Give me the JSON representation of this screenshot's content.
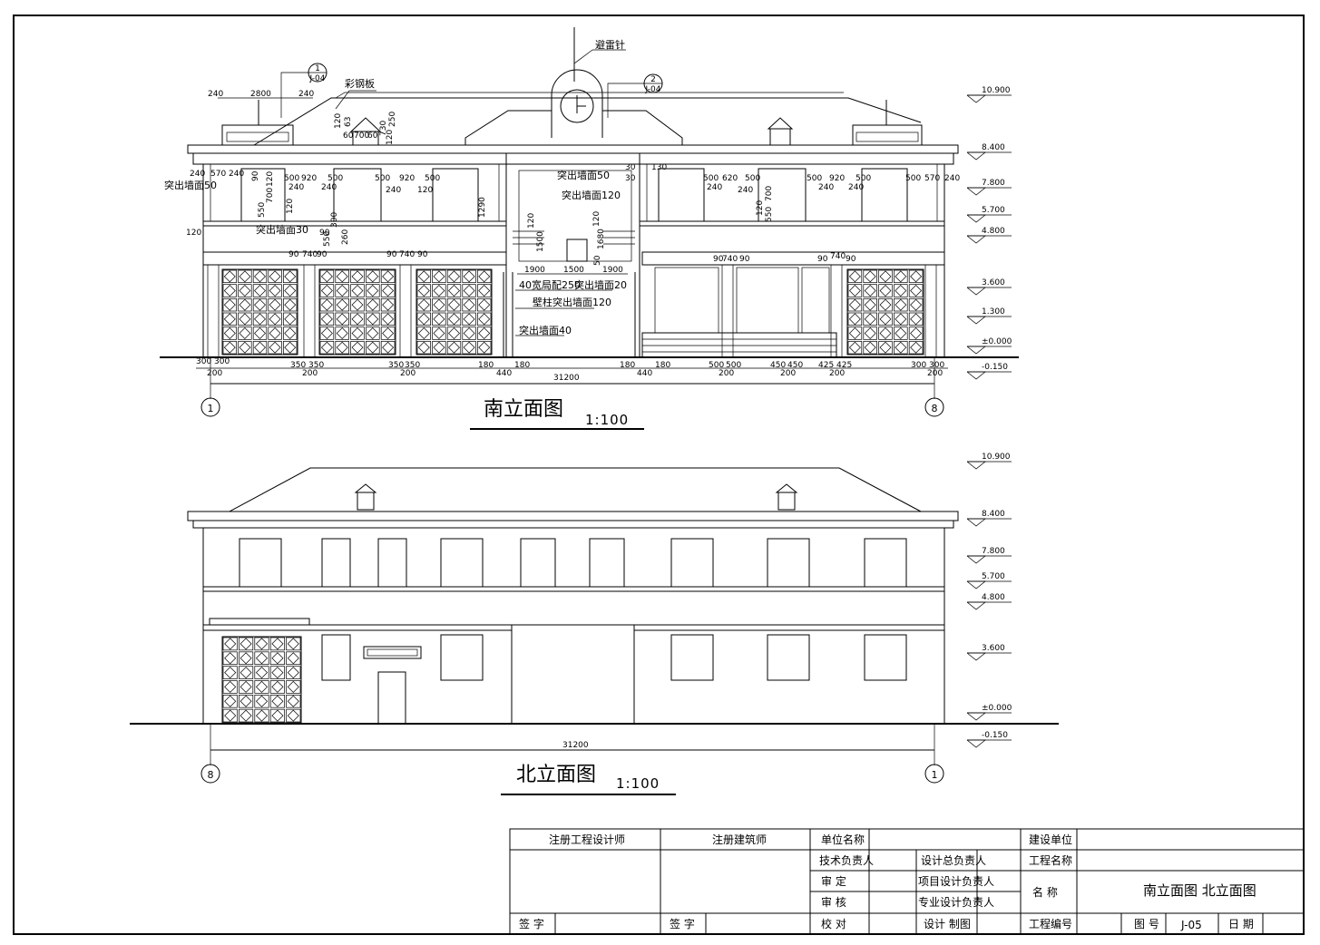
{
  "south": {
    "title": "南立面图",
    "scale": "1:100",
    "total": "31200",
    "axis_left": "1",
    "axis_right": "8",
    "elevations": [
      "10.900",
      "8.400",
      "7.800",
      "5.700",
      "4.800",
      "3.600",
      "1.300",
      "±0.000",
      "-0.150"
    ],
    "labels": {
      "lightning": "避雷针",
      "steel_plate": "彩钢板",
      "ref1_num": "1",
      "ref1_sheet": "J-04",
      "ref2_num": "2",
      "ref2_sheet": "J-04",
      "wall_protrude_50": "突出墙面50",
      "wall_protrude_30": "突出墙面30",
      "center_protrude_50": "突出墙面50",
      "center_protrude_120": "突出墙面120",
      "frame_width": "40宽局配250",
      "center_protrude_20": "突出墙面20",
      "column_protrude": "壁柱突出墙面120",
      "wall_protrude_40": "突出墙面40"
    },
    "top_dims": {
      "a": "240",
      "b": "2800",
      "c": "240",
      "d1": "120",
      "d2": "63",
      "d3": "250",
      "d4": "60",
      "d5": "700",
      "d6": "60",
      "d7": "730",
      "d8": "120"
    },
    "upper_dims": {
      "l1": "240",
      "l2": "570",
      "l3": "240",
      "l4": "500",
      "l5": "920",
      "l6": "500",
      "l7": "500",
      "l8": "920",
      "l9": "500",
      "l10": "90",
      "l11": "120",
      "l12": "240",
      "l13": "240",
      "l14": "240",
      "l15": "700",
      "l16": "550",
      "l17": "120",
      "l18": "1290",
      "l19": "120",
      "r1": "30",
      "r2": "130",
      "r3": "30",
      "r4": "500",
      "r5": "620",
      "r6": "500",
      "r7": "500",
      "r8": "920",
      "r9": "500",
      "r10": "500",
      "r11": "570",
      "r12": "240",
      "r13": "240",
      "r14": "240",
      "r15": "240",
      "r16": "240",
      "r17": "120",
      "r18": "700",
      "r19": "550"
    },
    "mid_dims": {
      "m1": "120",
      "m2": "300",
      "m3": "550",
      "m4": "90",
      "m5": "260",
      "m6": "90",
      "m7": "740",
      "m8": "90",
      "m9": "90",
      "m10": "740",
      "m11": "90",
      "m12": "90",
      "m13": "740",
      "m14": "90",
      "m15": "90",
      "m16": "740",
      "m17": "90",
      "c1": "120",
      "c2": "1500",
      "c3": "1680",
      "c4": "120",
      "c5": "1900",
      "c6": "1500",
      "c7": "1900",
      "c8": "50"
    },
    "bottom_dims": [
      "300",
      "300",
      "200",
      "350",
      "350",
      "200",
      "350",
      "350",
      "200",
      "180",
      "440",
      "180",
      "180",
      "440",
      "180",
      "500",
      "500",
      "200",
      "450",
      "450",
      "200",
      "425",
      "425",
      "200",
      "300",
      "300",
      "200"
    ]
  },
  "north": {
    "title": "北立面图",
    "scale": "1:100",
    "total": "31200",
    "axis_left": "8",
    "axis_right": "1",
    "elevations": [
      "10.900",
      "8.400",
      "7.800",
      "5.700",
      "4.800",
      "3.600",
      "±0.000",
      "-0.150"
    ]
  },
  "titleblock": {
    "reg_engineer": "注册工程设计师",
    "reg_architect": "注册建筑师",
    "sign1": "签 字",
    "sign2": "签 字",
    "unit_name": "单位名称",
    "tech_lead": "技术负责人",
    "approve": "审 定",
    "review": "审 核",
    "check": "校 对",
    "design_lead": "设计总负责人",
    "project_lead": "项目设计负责人",
    "discipline_lead": "专业设计负责人",
    "design_draw": "设计 制图",
    "client": "建设单位",
    "project_name": "工程名称",
    "name_label": "名 称",
    "drawing_name": "南立面图  北立面图",
    "project_no": "工程编号",
    "drawing_no_label": "图 号",
    "drawing_no": "J-05",
    "date_label": "日 期"
  }
}
